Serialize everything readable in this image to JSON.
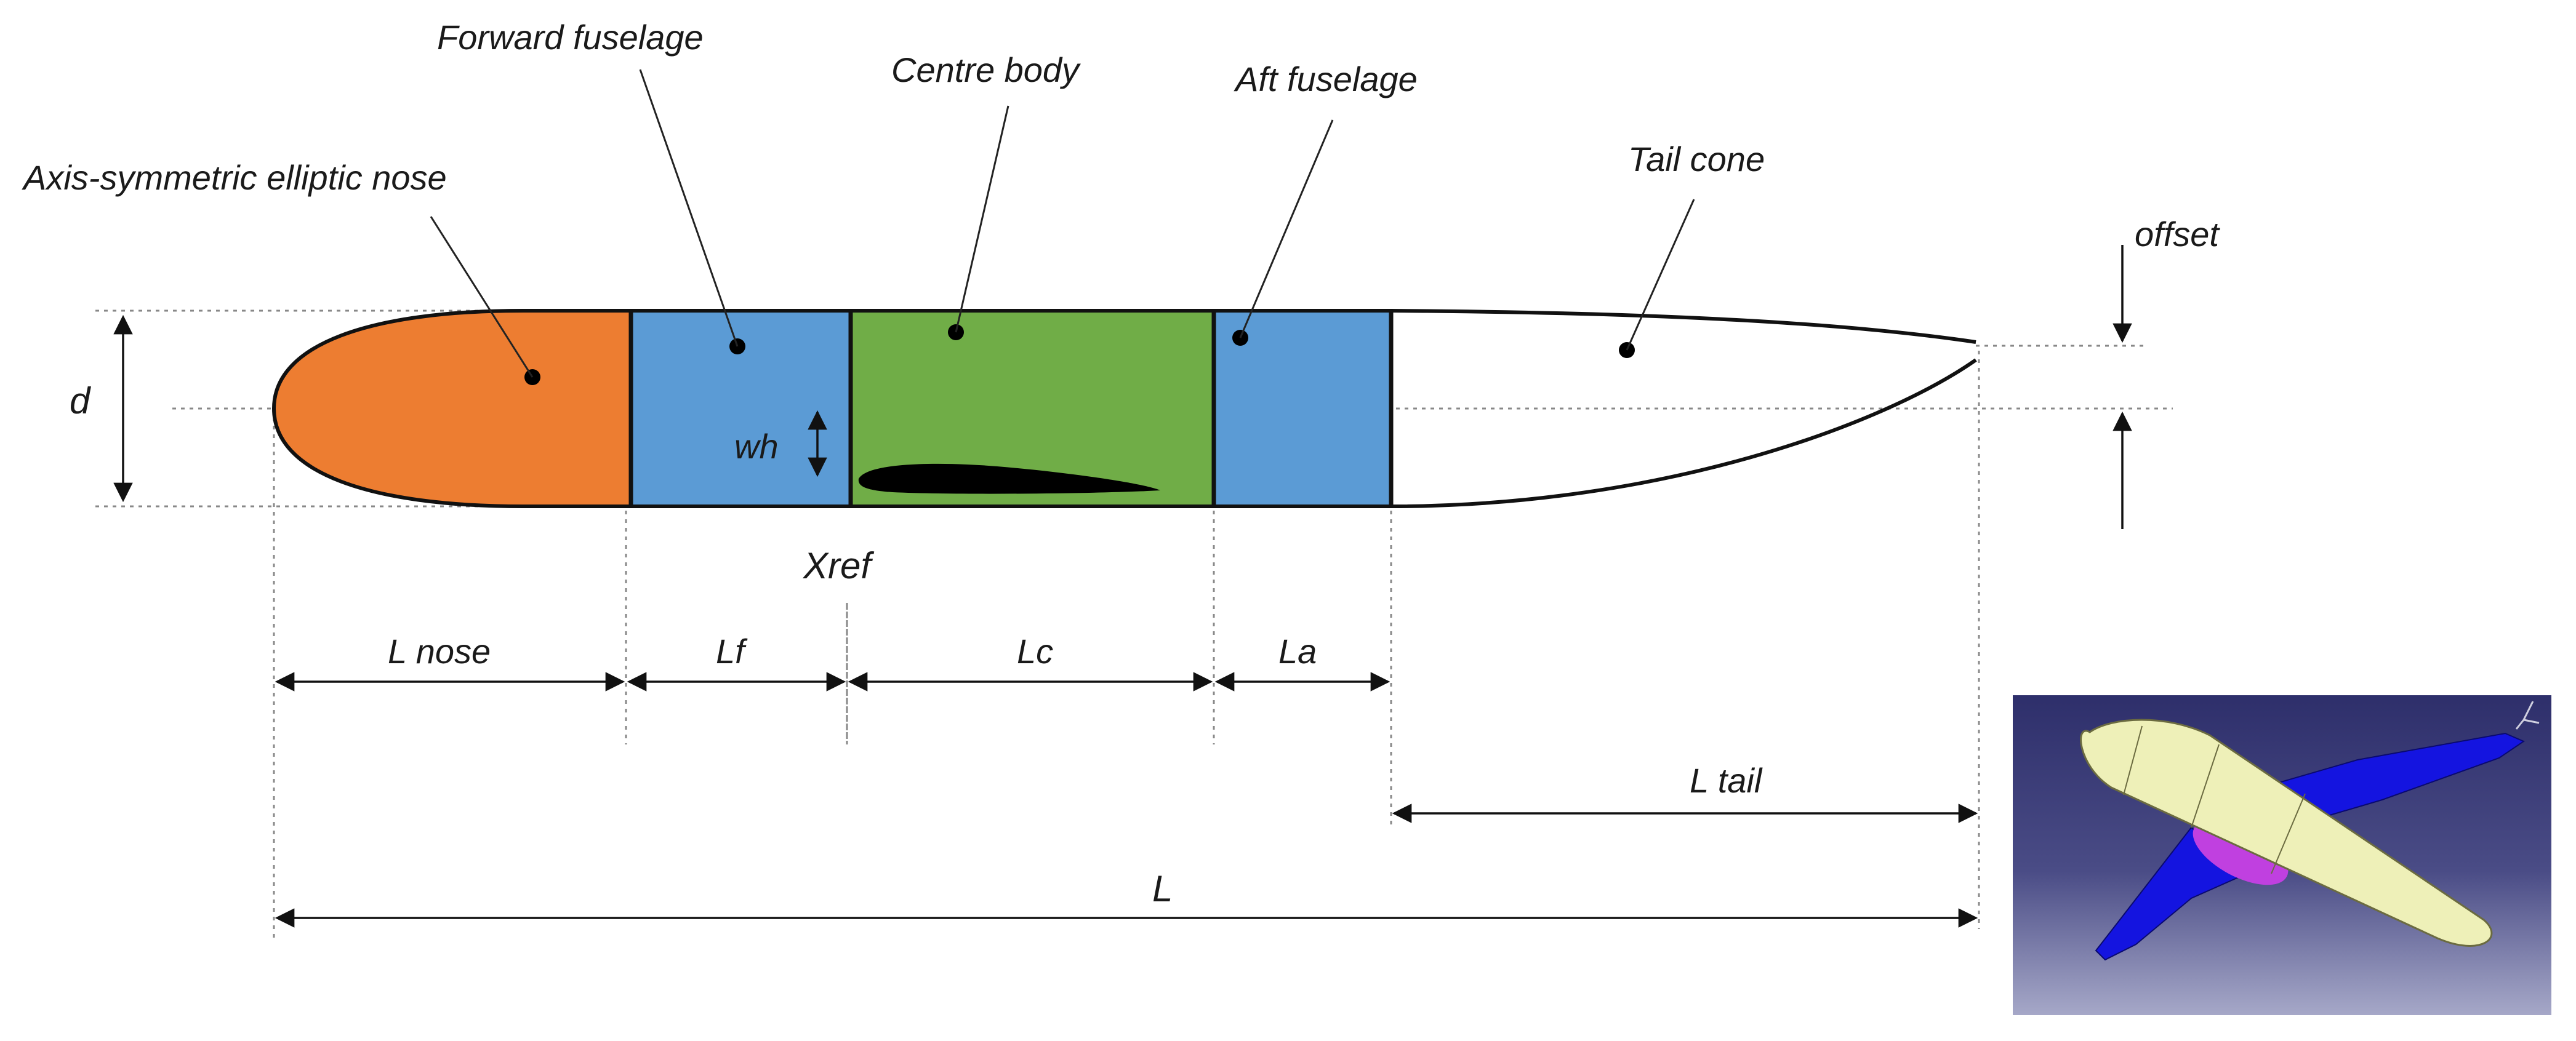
{
  "labels": {
    "nose": "Axis-symmetric elliptic nose",
    "forward": "Forward fuselage",
    "centre": "Centre body",
    "aft": "Aft fuselage",
    "tail": "Tail cone",
    "offset": "offset",
    "d": "d",
    "wh": "wh",
    "xref": "Xref",
    "l_nose": "L nose",
    "lf": "Lf",
    "lc": "Lc",
    "la": "La",
    "l_tail": "L tail",
    "l": "L"
  },
  "colors": {
    "nose": "#ED7D31",
    "forward": "#5B9BD5",
    "centre": "#70AD47",
    "aft": "#5B9BD5",
    "tail": "#FFFFFF",
    "inset_bg_top": "#2E2F6B",
    "inset_bg_bottom": "#A6A8C8",
    "inset_fuselage": "#EEF0B8",
    "inset_wing": "#1414E0"
  }
}
